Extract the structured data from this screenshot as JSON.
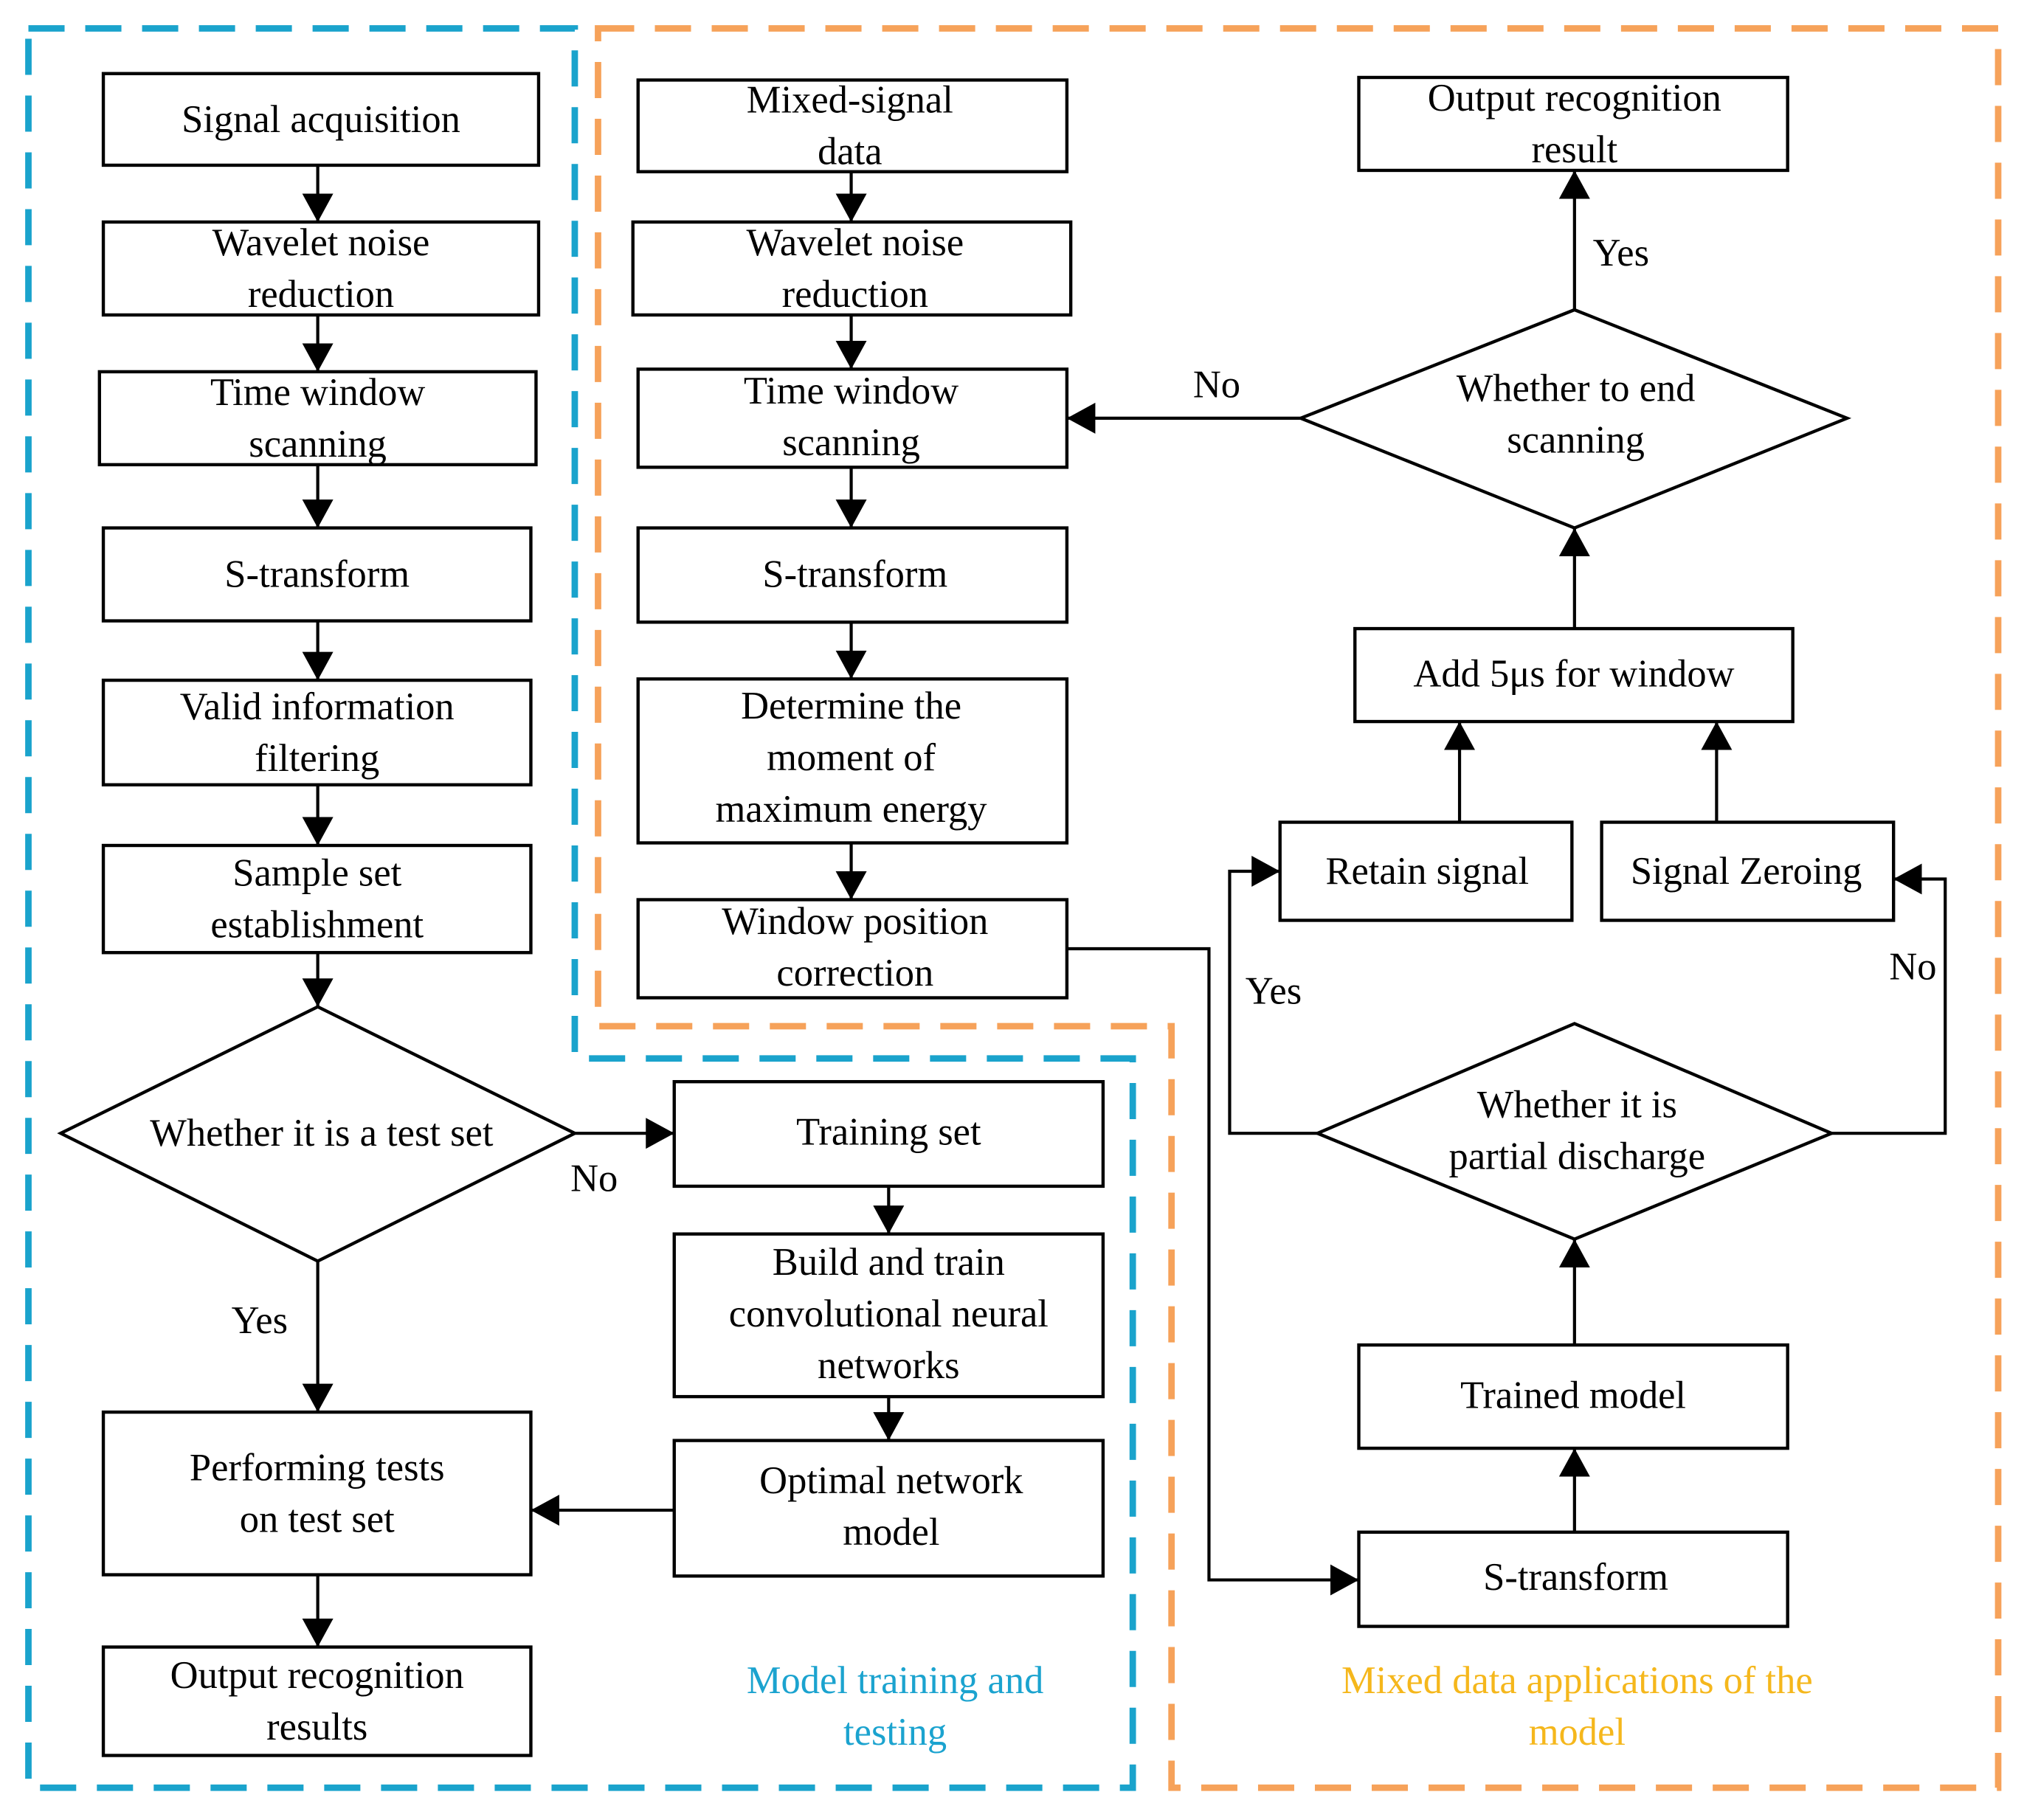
{
  "colors": {
    "training_region_border": "#1aa3cc",
    "application_region_border": "#f6a25a",
    "training_region_label": "#1ba3cf",
    "application_region_label": "#f5b71c"
  },
  "training_flow": {
    "signal_acquisition": [
      "Signal acquisition"
    ],
    "wavelet_noise_reduction": [
      "Wavelet noise",
      "reduction"
    ],
    "time_window_scanning": [
      "Time window",
      "scanning"
    ],
    "s_transform": [
      "S-transform"
    ],
    "valid_information_filtering": [
      "Valid information",
      "filtering"
    ],
    "sample_set_establishment": [
      "Sample set",
      "establishment"
    ],
    "test_set_decision": [
      "Whether it is a test set"
    ],
    "test_set_decision_no": "No",
    "test_set_decision_yes": "Yes",
    "training_set": [
      "Training set"
    ],
    "build_and_train_cnn": [
      "Build and train",
      "convolutional neural",
      "networks"
    ],
    "optimal_network_model": [
      "Optimal network",
      "model"
    ],
    "performing_tests": [
      "Performing tests",
      "on test set"
    ],
    "output_recognition_results": [
      "Output recognition",
      "results"
    ],
    "region_label": [
      "Model training and",
      "testing"
    ]
  },
  "application_flow": {
    "mixed_signal_data": [
      "Mixed-signal",
      "data"
    ],
    "wavelet_noise_reduction": [
      "Wavelet noise",
      "reduction"
    ],
    "time_window_scanning": [
      "Time window",
      "scanning"
    ],
    "s_transform": [
      "S-transform"
    ],
    "determine_max_energy_moment": [
      "Determine the",
      "moment of",
      "maximum energy"
    ],
    "window_position_correction": [
      "Window position",
      "correction"
    ],
    "s_transform_second": [
      "S-transform"
    ],
    "trained_model": [
      "Trained model"
    ],
    "partial_discharge_decision": [
      "Whether it is",
      "partial discharge"
    ],
    "partial_discharge_yes": "Yes",
    "partial_discharge_no": "No",
    "retain_signal": [
      "Retain signal"
    ],
    "signal_zeroing": [
      "Signal Zeroing"
    ],
    "add_window_step": [
      "Add 5μs for window"
    ],
    "end_scanning_decision": [
      "Whether to end",
      "scanning"
    ],
    "end_scanning_yes": "Yes",
    "end_scanning_no": "No",
    "output_recognition_result": [
      "Output recognition",
      "result"
    ],
    "region_label": [
      "Mixed data applications of the",
      "model"
    ]
  }
}
